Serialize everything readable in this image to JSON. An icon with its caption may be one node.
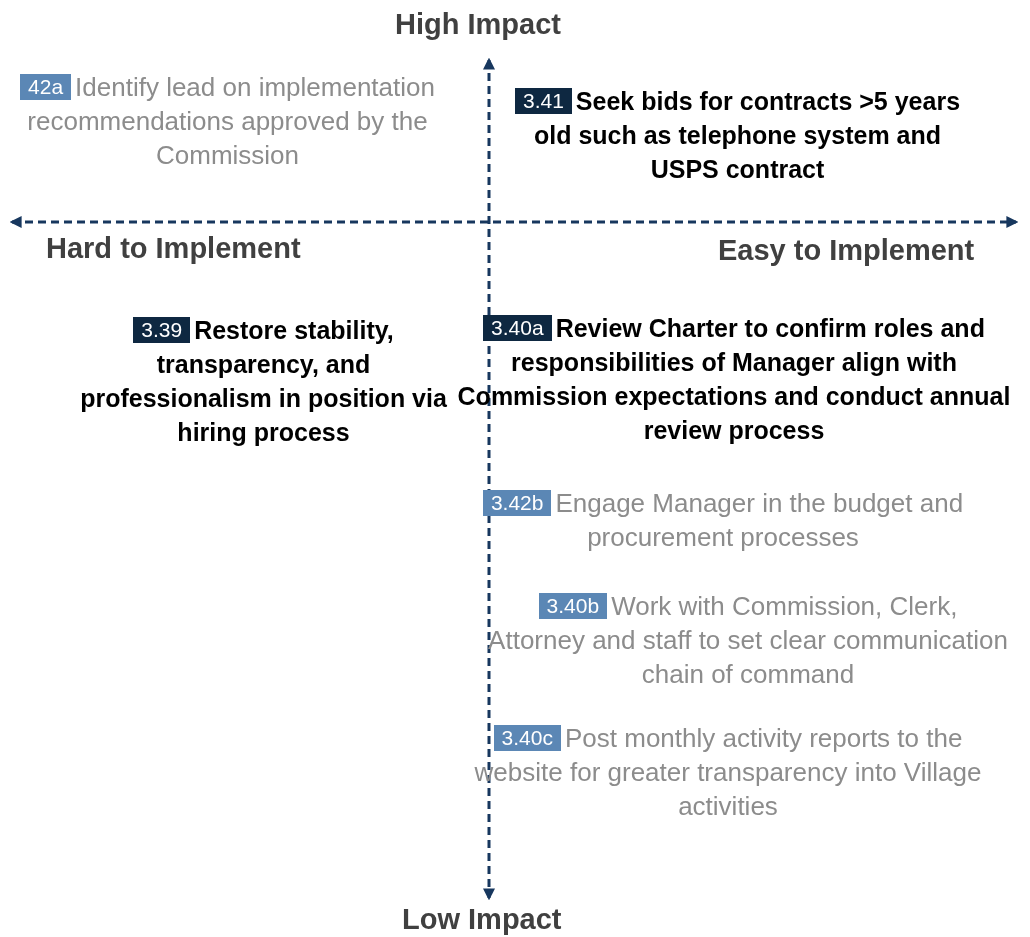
{
  "diagram": {
    "nodes": [
      {
        "text": [
          "42a",
          "Identify lead on implementation recommendations approved by the Commission"
        ]
      },
      {
        "text": [
          "3.41",
          "Seek bids for contracts >5 years old such as telephone system and USPS contract"
        ]
      },
      {
        "text": [
          "3.39",
          "Restore stability, transparency, and professionalism in position via hiring process"
        ]
      },
      {
        "text": [
          "3.40a",
          "Review Charter to confirm roles and responsibilities of Manager align with Commission expectations and conduct annual review process"
        ]
      },
      {
        "text": [
          "3.42b",
          "Engage Manager in the budget and procurement processes"
        ]
      },
      {
        "text": [
          "3.40b",
          "Work with Commission, Clerk, Attorney and staff to set clear communication chain of command"
        ]
      },
      {
        "text": [
          "3.40c",
          "Post monthly activity reports to the website for greater transparency into Village activities"
        ]
      }
    ],
    "labels": [
      "High Impact",
      "Hard to Implement",
      "Easy to Implement",
      "Low Impact"
    ]
  }
}
